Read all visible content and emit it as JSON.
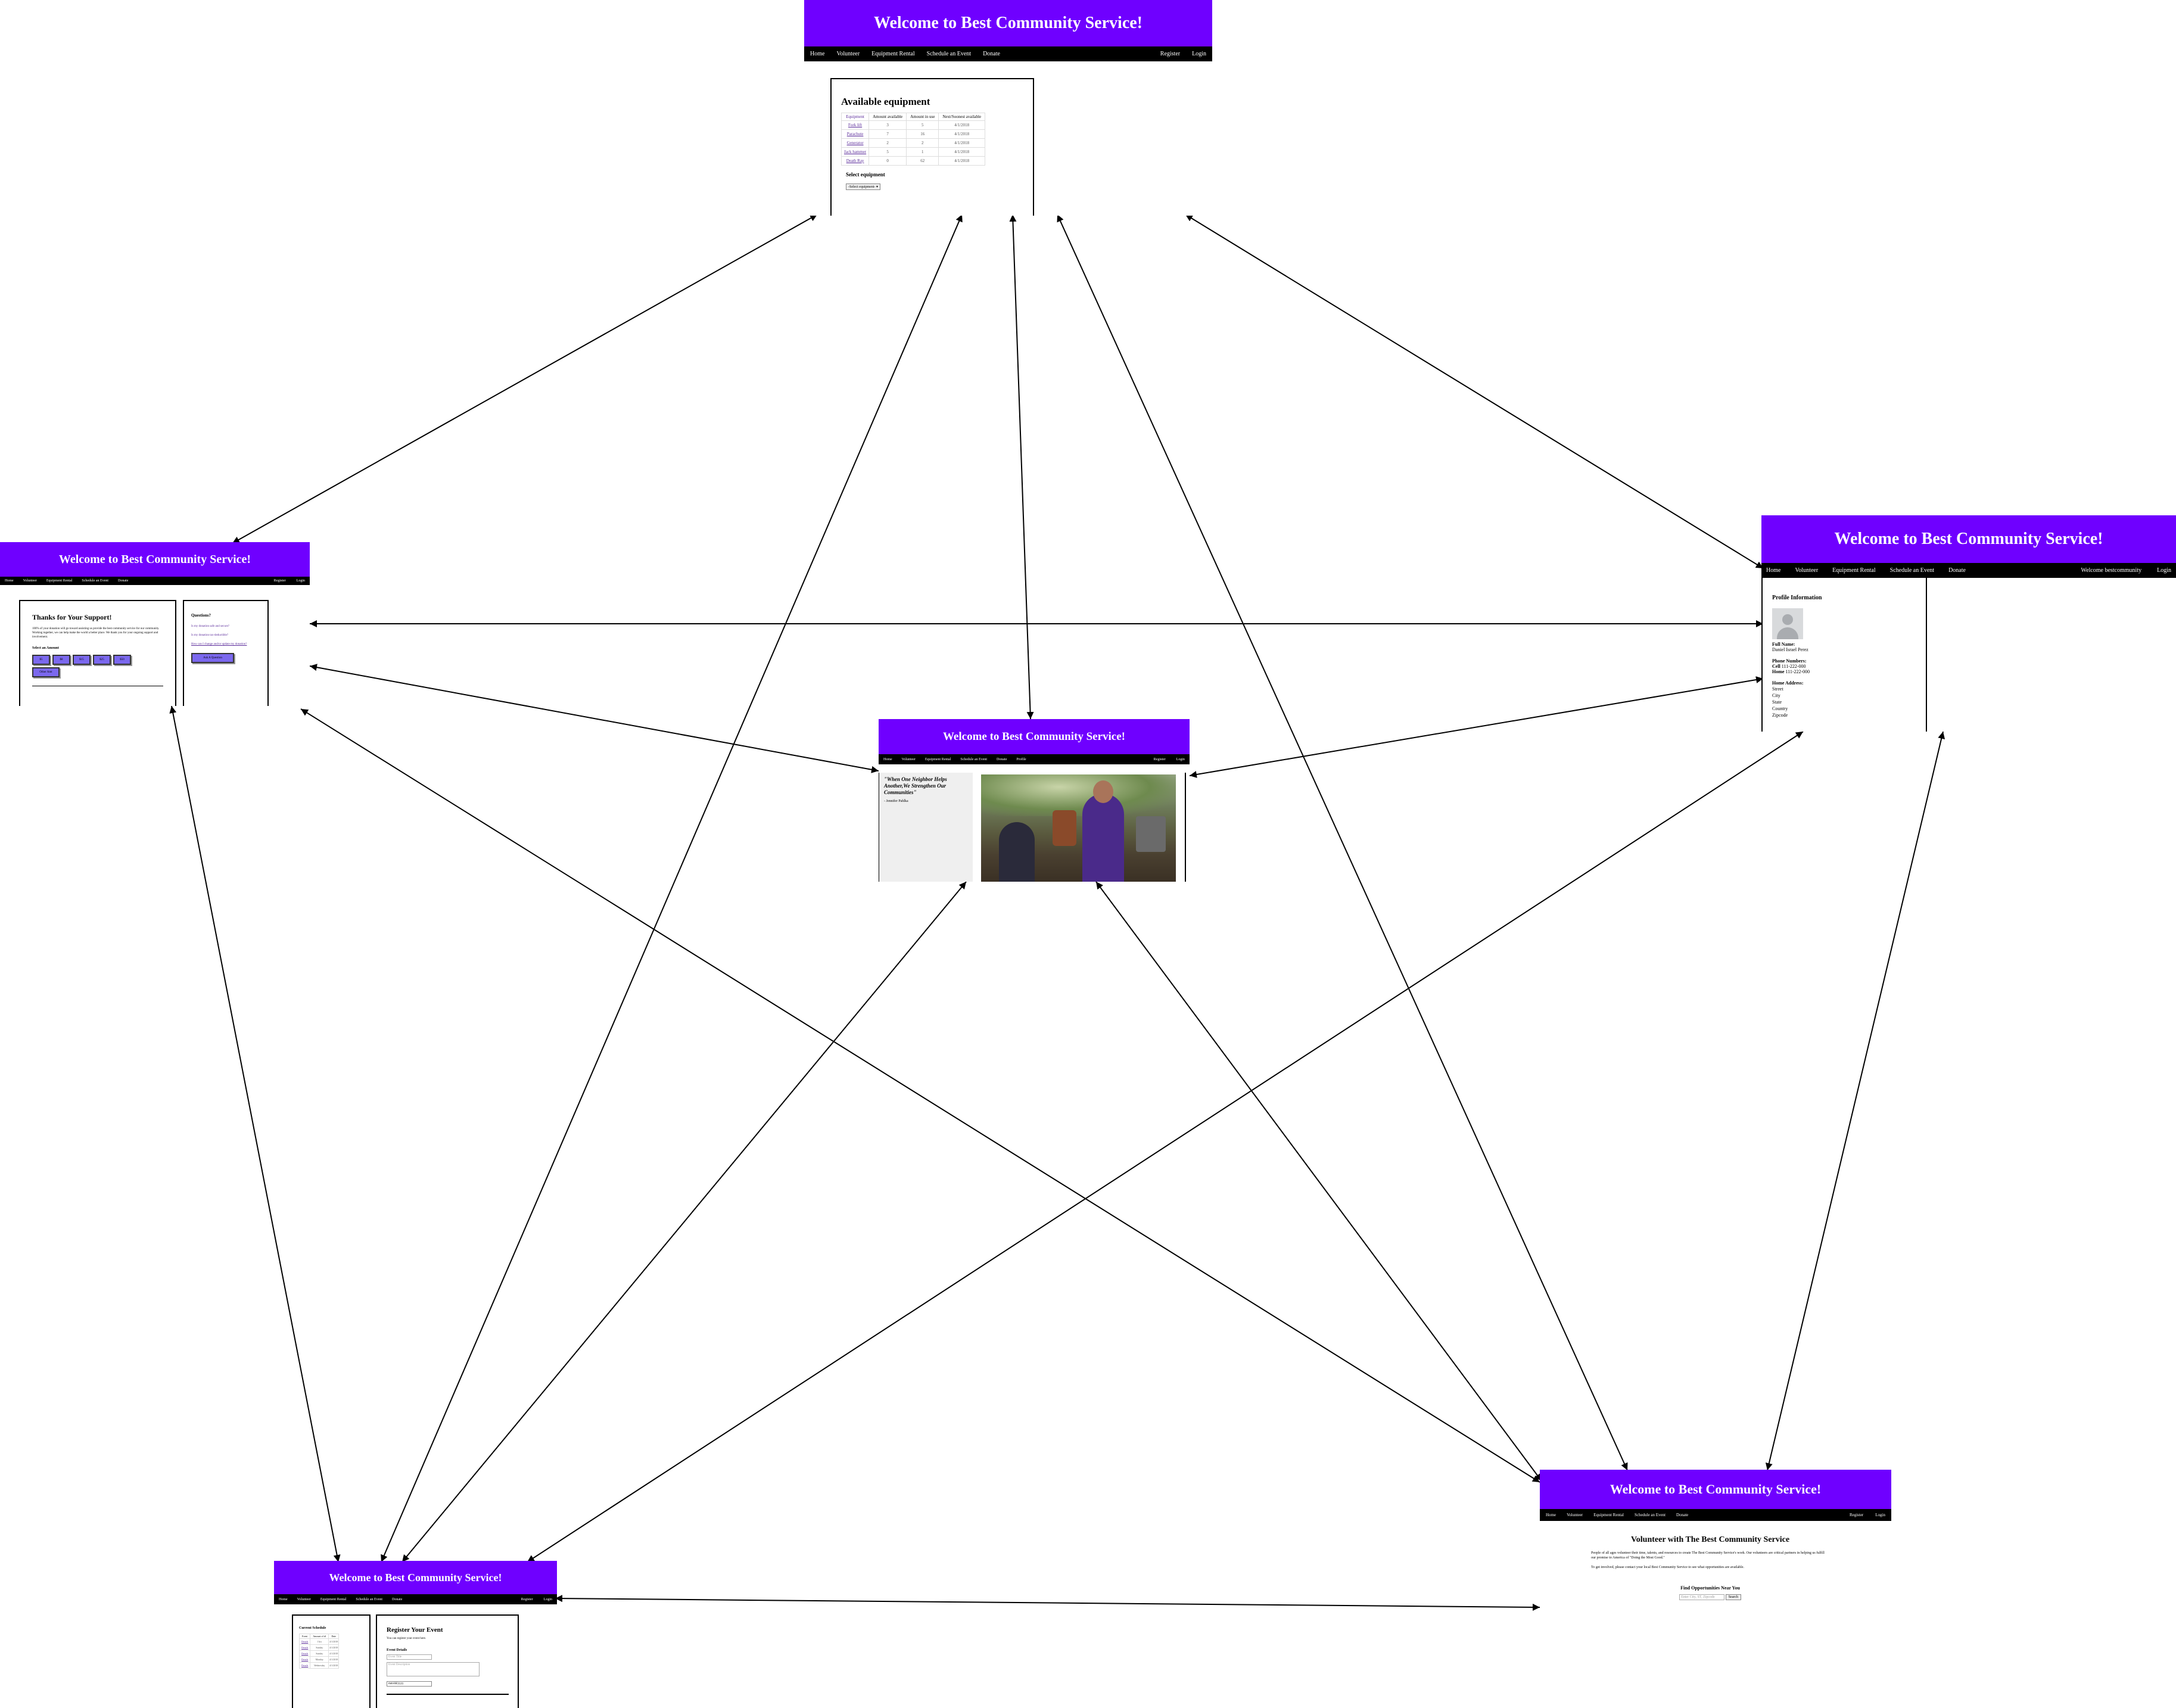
{
  "site": {
    "banner": "Welcome to Best Community Service!",
    "nav_main": [
      "Home",
      "Volunteer",
      "Equipment Rental",
      "Schedule an Event",
      "Donate"
    ],
    "nav_register": "Register",
    "nav_login": "Login",
    "nav_profile": "Profile"
  },
  "equipment_page": {
    "heading": "Available equipment",
    "columns": [
      "Equipment",
      "Amount available",
      "Amount in use",
      "Next/Soonest available"
    ],
    "rows": [
      [
        "Fork lift",
        "3",
        "5",
        "4/1/2018"
      ],
      [
        "Parachute",
        "7",
        "16",
        "4/1/2018"
      ],
      [
        "Generator",
        "2",
        "2",
        "4/1/2018"
      ],
      [
        "Jack hammer",
        "5",
        "1",
        "4/1/2018"
      ],
      [
        "Death Ray",
        "0",
        "62",
        "4/1/2018"
      ]
    ],
    "select_label": "Select equipment",
    "select_value": "-Select equipment-"
  },
  "donate_page": {
    "heading": "Thanks for Your Support!",
    "body": "100% of your donation will go toward assisting us provide the best community service for our community. Working together, we can help make the world a better place. We thank you for your ongoing support and involvement.",
    "select_label": "Select an Amount",
    "amounts": [
      "$5",
      "$8",
      "$15",
      "$25",
      "$50"
    ],
    "other_label": "Other Amt",
    "questions_heading": "Questions?",
    "faq": [
      "Is my donation safe and secure?",
      "Is my donation tax-deductible?",
      "How can I change and/or update my donation?"
    ],
    "ask_button": "Ask A Question"
  },
  "home_page": {
    "quote": "\"When One Neighbor Helps Another,We Strengthen Our Communities\"",
    "attribution": "- Jennifer Pahlka"
  },
  "profile_page": {
    "welcome": "Welcome bestcommunity",
    "title": "Profile Information",
    "name_label": "Full Name:",
    "name_value": "Daniel Israel Perez",
    "phone_label": "Phone Numbers:",
    "cell_label": "Cell",
    "cell_value": "111-222-000",
    "home_label": "Home",
    "home_value": "111-222-000",
    "address_label": "Home Address:",
    "address_lines": [
      "Street",
      "City",
      "State",
      "Country",
      "Zipcode"
    ]
  },
  "volunteer_page": {
    "heading": "Volunteer with The Best Community Service",
    "p1": "People of all ages volunteer their time, talents, and resources to create The Best Community Service's work. Our volunteers are critical partners in helping us fulfill our promise to America of \"Doing the Most Good.\"",
    "p2": "To get involved, please contact your local Best Community Service to see what opportunities are available.",
    "find_label": "Find Opportunities Near You",
    "search_placeholder": "Enter City, ST, Zipcode",
    "search_button": "Search"
  },
  "event_page": {
    "schedule_heading": "Current Schedule",
    "schedule_columns": [
      "Event",
      "Amount of ttl",
      "Date"
    ],
    "schedule_rows": [
      [
        "Details",
        "1 hrs",
        "4/1/2018"
      ],
      [
        "Details",
        "Sunday",
        "4/1/2018"
      ],
      [
        "Details",
        "Sunday",
        "4/1/2018"
      ],
      [
        "Details",
        "Monday",
        "4/1/2018"
      ],
      [
        "Details",
        "Wednesday",
        "4/1/2018"
      ]
    ],
    "register_heading": "Register Your Event",
    "register_sub": "You can register your event here.",
    "details_label": "Event Details",
    "name_placeholder": "Event Title",
    "desc_placeholder": "Event Description",
    "date_value": "mm/dd/yyyy"
  },
  "colors": {
    "banner": "#6f00ff",
    "nav": "#000000",
    "button": "#7b68ee"
  }
}
